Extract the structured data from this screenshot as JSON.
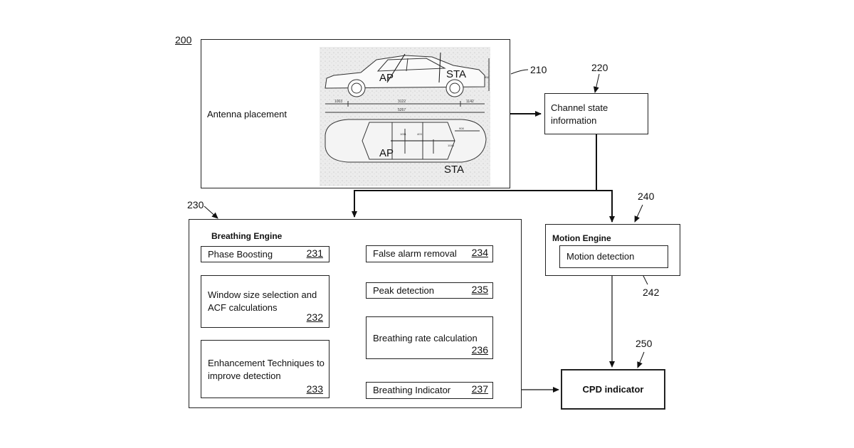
{
  "figure_number": "200",
  "antenna": {
    "ref": "210",
    "label": "Antenna placement",
    "ap": "AP",
    "sta": "STA",
    "side_dims": {
      "front": "1003",
      "wheelbase": "3122",
      "rear": "1142",
      "total": "5267",
      "height": "850"
    },
    "top_dims": {
      "a": "1001",
      "b": "403",
      "c": "908",
      "d": "1045"
    }
  },
  "csi": {
    "ref": "220",
    "line1": "Channel state",
    "line2": "information"
  },
  "breathing_engine": {
    "ref": "230",
    "title": "Breathing Engine",
    "blocks": [
      {
        "label": "Phase Boosting",
        "num": "231"
      },
      {
        "label": "Window size selection and ACF calculations",
        "num": "232"
      },
      {
        "label": "Enhancement Techniques to improve detection",
        "num": "233"
      },
      {
        "label": "False alarm removal",
        "num": "234"
      },
      {
        "label": "Peak detection",
        "num": "235"
      },
      {
        "label": "Breathing rate calculation",
        "num": "236"
      },
      {
        "label": "Breathing Indicator",
        "num": "237"
      }
    ]
  },
  "motion_engine": {
    "ref": "240",
    "title": "Motion Engine",
    "inner_label": "Motion detection",
    "inner_ref": "242"
  },
  "cpd": {
    "ref": "250",
    "label": "CPD indicator"
  },
  "colors": {
    "line": "#111111",
    "background": "#ffffff",
    "sketch_bg": "#e9e9e9"
  }
}
